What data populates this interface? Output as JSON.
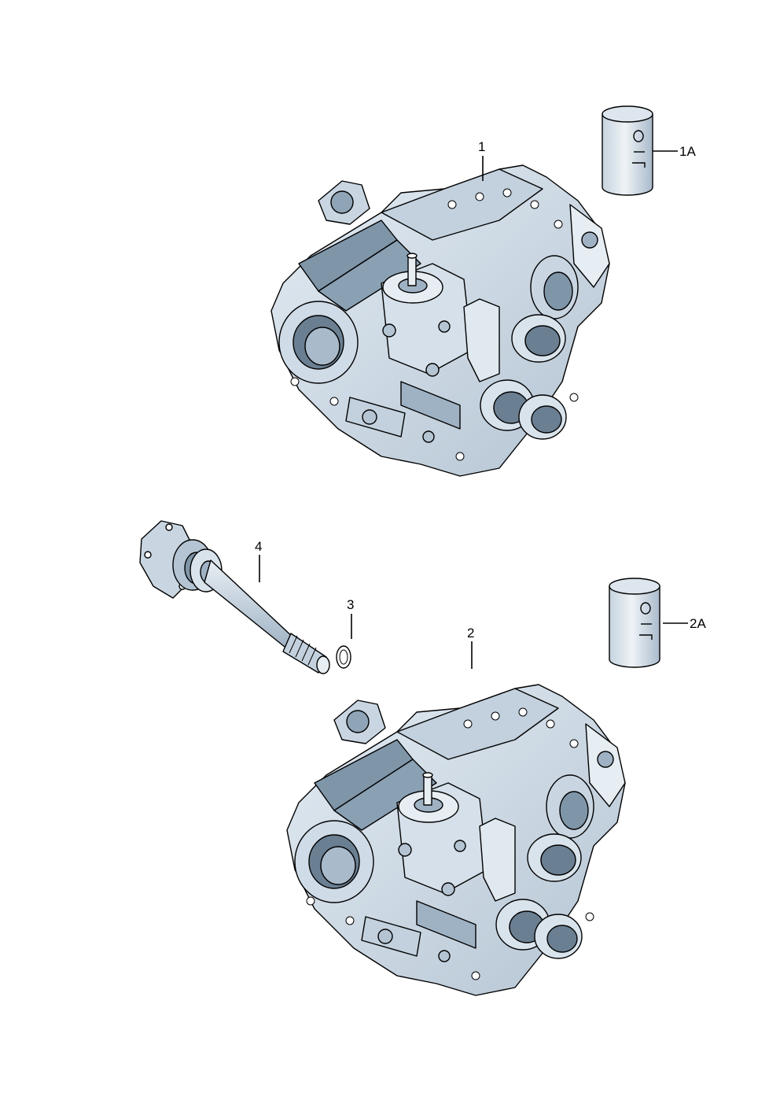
{
  "callouts": {
    "part_1": "1",
    "part_1a": "1A",
    "part_2": "2",
    "part_2a": "2A",
    "part_3": "3",
    "part_4": "4"
  },
  "colors": {
    "body_light": "#d9e3ec",
    "body_mid": "#b9c8d6",
    "body_dark": "#7f95a8",
    "body_shadow": "#6b7f92",
    "outline": "#000000",
    "background": "#ffffff"
  },
  "icons": {
    "oil_can": "oil-can-icon"
  }
}
